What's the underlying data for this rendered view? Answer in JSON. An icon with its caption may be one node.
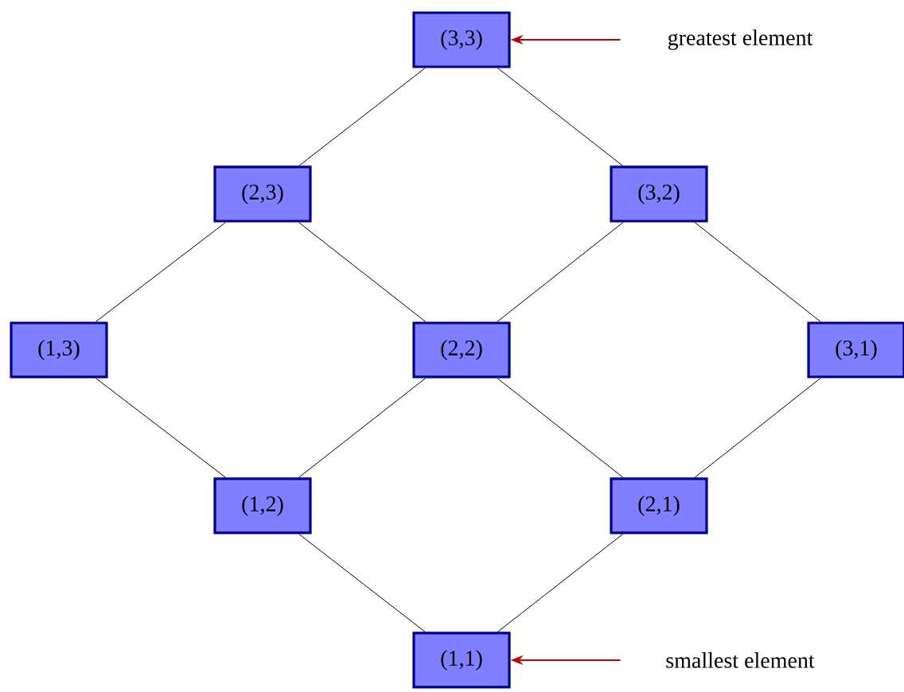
{
  "diagram": {
    "nodes": [
      {
        "text": [
          "(3,3)"
        ]
      },
      {
        "text": [
          "greatest element"
        ]
      },
      {
        "text": [
          "(2,3)"
        ]
      },
      {
        "text": [
          "(3,2)"
        ]
      },
      {
        "text": [
          "(1,3)"
        ]
      },
      {
        "text": [
          "(2,2)"
        ]
      },
      {
        "text": [
          "(3,1)"
        ]
      },
      {
        "text": [
          "(1,2)"
        ]
      },
      {
        "text": [
          "(2,1)"
        ]
      },
      {
        "text": [
          "(1,1)"
        ]
      },
      {
        "text": [
          "smallest element"
        ]
      }
    ],
    "edges": [
      {
        "from": 1,
        "to": 0,
        "arrow": "to",
        "color": "#c00000"
      },
      {
        "from": 0,
        "to": 2,
        "arrow": "none"
      },
      {
        "from": 0,
        "to": 3,
        "arrow": "none"
      },
      {
        "from": 2,
        "to": 4,
        "arrow": "none"
      },
      {
        "from": 2,
        "to": 5,
        "arrow": "none"
      },
      {
        "from": 3,
        "to": 5,
        "arrow": "none"
      },
      {
        "from": 3,
        "to": 6,
        "arrow": "none"
      },
      {
        "from": 4,
        "to": 7,
        "arrow": "none"
      },
      {
        "from": 5,
        "to": 7,
        "arrow": "none"
      },
      {
        "from": 5,
        "to": 8,
        "arrow": "none"
      },
      {
        "from": 6,
        "to": 8,
        "arrow": "none"
      },
      {
        "from": 7,
        "to": 9,
        "arrow": "none"
      },
      {
        "from": 8,
        "to": 9,
        "arrow": "none"
      },
      {
        "from": 10,
        "to": 9,
        "arrow": "to",
        "color": "#c00000"
      }
    ]
  }
}
